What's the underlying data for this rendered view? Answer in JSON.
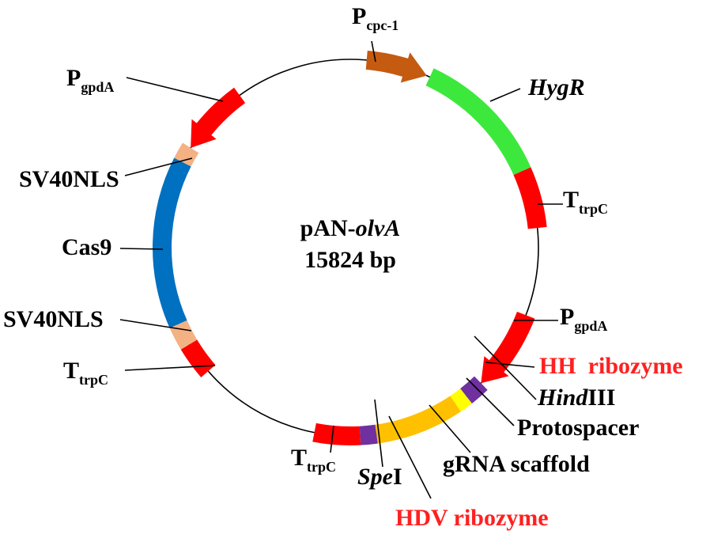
{
  "plasmid": {
    "name_prefix": "pAN-",
    "name_italic": "olvA",
    "size": "15824 bp"
  },
  "colors": {
    "backbone": "#000000",
    "promoter_cpc": "#c55a11",
    "hygR": "#3de83d",
    "terminator": "#ff0000",
    "promoter_gpdA": "#ff0000",
    "sv40nls": "#f4b183",
    "cas9": "#0070c0",
    "ribozyme": "#7030a0",
    "protospacer": "#ffff00",
    "scaffold": "#ffc000",
    "red_label": "#ff2020"
  },
  "labels": {
    "pcpc1": {
      "main": "P",
      "sub": "cpc-1"
    },
    "hygr": "HygR",
    "ttrpc_right": {
      "main": "T",
      "sub": "trpC"
    },
    "pgpda_right": {
      "main": "P",
      "sub": "gpdA"
    },
    "hh_ribozyme": "HH  ribozyme",
    "hindiii": {
      "italic": "Hind",
      "plain": "III"
    },
    "protospacer": "Protospacer",
    "grna_scaffold": "gRNA scaffold",
    "hdv_ribozyme": "HDV ribozyme",
    "spei": {
      "italic": "Spe",
      "plain": "I"
    },
    "ttrpc_bottom": {
      "main": "T",
      "sub": "trpC"
    },
    "ttrpc_left": {
      "main": "T",
      "sub": "trpC"
    },
    "sv40nls_lower": "SV40NLS",
    "cas9": "Cas9",
    "sv40nls_upper": "SV40NLS",
    "pgpda_left": {
      "main": "P",
      "sub": "gpdA"
    }
  }
}
